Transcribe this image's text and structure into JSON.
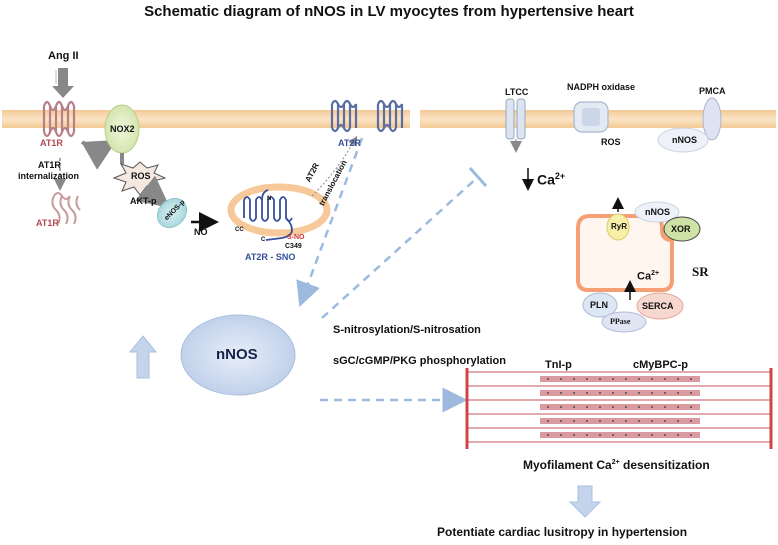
{
  "title": "Schematic diagram of nNOS in LV myocytes from hypertensive heart",
  "left": {
    "ang2": "Ang II",
    "at1r": "AT1R",
    "nox2": "NOX2",
    "at1r_internalization_1": "AT1R",
    "at1r_internalization_2": "internalization",
    "at1r_internal": "AT1R",
    "ros": "ROS",
    "aktp": "AKT-p",
    "enosp": "eNOS-p",
    "no": "NO",
    "at2r": "AT2R",
    "at2r_translocation_1": "AT2R",
    "at2r_translocation_2": "translocation",
    "at2r_sno": "AT2R - SNO",
    "n_terminal": "N",
    "c_terminal": "C",
    "cc": "CC",
    "sno": "S-NO",
    "c349": "C349"
  },
  "right": {
    "ltcc": "LTCC",
    "nadph": "NADPH oxidase",
    "pmca": "PMCA",
    "ros": "ROS",
    "nnos_membrane": "nNOS",
    "ca_decrease": "Ca",
    "ca_decrease_sup": "2+",
    "nnos_sr": "nNOS",
    "ryr": "RyR",
    "xor": "XOR",
    "ca_sr": "Ca",
    "ca_sr_sup": "2+",
    "sr": "SR",
    "pln": "PLN",
    "serca": "SERCA",
    "ppase": "PPase"
  },
  "center": {
    "nnos": "nNOS",
    "s_nitrosylation": "S-nitrosylation/S-nitrosation",
    "sgc": "sGC/cGMP/PKG phosphorylation"
  },
  "myofilament": {
    "tnip": "TnI-p",
    "cmybpcp": "cMyBPC-p",
    "desens_pre": "Myofilament Ca",
    "desens_sup": "2+",
    "desens_post": " desensitization"
  },
  "conclusion": "Potentiate cardiac lusitropy in hypertension",
  "colors": {
    "membrane": "#f7d7ad",
    "membrane_edge": "#f0c592",
    "at1r": "#b97f86",
    "at2r": "#5b6ea4",
    "arrow_light": "#aec6e3",
    "arrow_dashed": "#9bbade",
    "nnos_fill": "#cfdcf1",
    "sr_edge": "#f4a074",
    "myofil": "#e3a9ad"
  }
}
